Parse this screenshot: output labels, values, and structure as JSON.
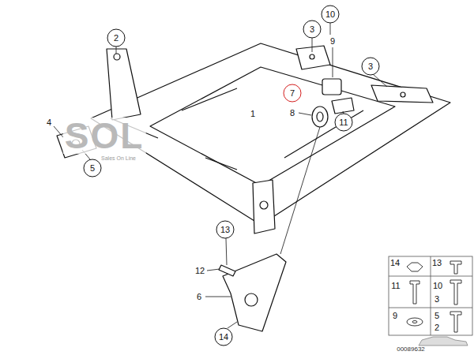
{
  "diagram": {
    "labels": [
      "2",
      "3",
      "10",
      "9",
      "3",
      "7",
      "8",
      "1",
      "11",
      "4",
      "SOL",
      "Sales On Line",
      "5",
      "13",
      "12",
      "6",
      "14",
      "14",
      "13",
      "11",
      "10",
      "3",
      "9",
      "5",
      "2",
      "00089632"
    ]
  }
}
